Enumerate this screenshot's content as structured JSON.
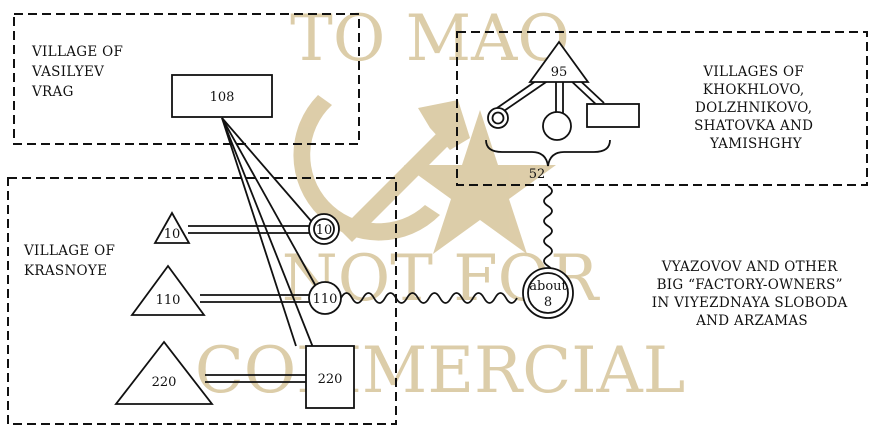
{
  "watermark": {
    "line1": "TO MAO",
    "line2": "NOT FOR",
    "line3": "COMMERCIAL",
    "color": "#d9c8a0"
  },
  "regions": {
    "vasilyev": [
      "VILLAGE OF",
      "VASILYEV",
      "VRAG"
    ],
    "krasnoye": [
      "VILLAGE OF",
      "KRASNOYE"
    ],
    "khokhlovo": [
      "VILLAGES OF",
      "KHOKHLOVO,",
      "DOLZHNIKOVO,",
      "SHATOVKA AND",
      "YAMISHGHY"
    ],
    "vyazovov": [
      "VYAZOVOV AND OTHER",
      "BIG “FACTORY-OWNERS”",
      "IN VIYEZDNAYA SLOBODA",
      "AND ARZAMAS"
    ]
  },
  "nodes": {
    "n108": "108",
    "tri10": "10",
    "circ10": "10",
    "tri110": "110",
    "circ110": "110",
    "tri220": "220",
    "box220": "220",
    "about_line1": "about",
    "about_line2": "8",
    "tri95": "95",
    "brace52": "52"
  }
}
